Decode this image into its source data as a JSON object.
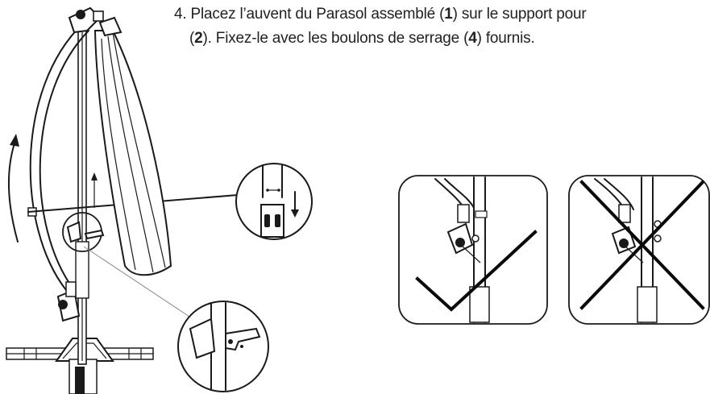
{
  "instruction": {
    "step_number": "4.",
    "line1_before": "Placez l’auvent du Parasol assemblé (",
    "part1": "1",
    "line1_after": ") sur le support pour",
    "line2_before": "(",
    "part2": "2",
    "line2_mid": "). Fixez-le avec les boulons de serrage (",
    "part4": "4",
    "line2_after": ") fournis."
  },
  "illustrations": {
    "main": "parasol-assembly-illustration",
    "detail_top": "bolt-insertion-detail",
    "detail_bottom": "clamp-handle-detail",
    "panel_correct": "correct-position-check",
    "panel_incorrect": "incorrect-position-cross"
  }
}
